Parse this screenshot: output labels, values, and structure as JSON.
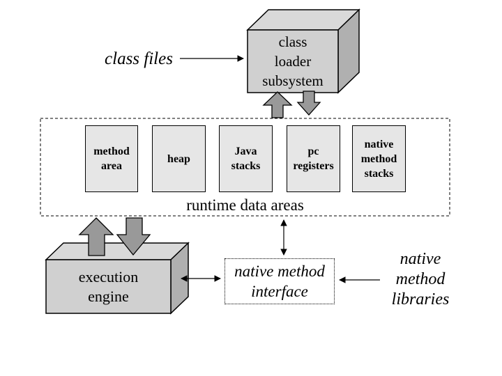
{
  "diagram": {
    "class_files_label": "class files",
    "class_loader": {
      "lines": [
        "class",
        "loader",
        "subsystem"
      ]
    },
    "runtime_data_areas": {
      "label": "runtime data areas",
      "boxes": [
        {
          "lines": [
            "method",
            "area"
          ]
        },
        {
          "lines": [
            "heap"
          ]
        },
        {
          "lines": [
            "Java",
            "stacks"
          ]
        },
        {
          "lines": [
            "pc",
            "registers"
          ]
        },
        {
          "lines": [
            "native",
            "method",
            "stacks"
          ]
        }
      ]
    },
    "execution_engine": {
      "lines": [
        "execution",
        "engine"
      ]
    },
    "native_method_interface": {
      "lines": [
        "native method",
        "interface"
      ]
    },
    "native_method_libraries": {
      "lines": [
        "native",
        "method",
        "libraries"
      ]
    }
  },
  "colors": {
    "background": "#ffffff",
    "box_front": "#d0d0d0",
    "box_top": "#d9d9d9",
    "box_side": "#b0b0b0",
    "runtime_box_fill": "#e6e6e6",
    "block_arrow_fill": "#999999",
    "line": "#000000"
  }
}
